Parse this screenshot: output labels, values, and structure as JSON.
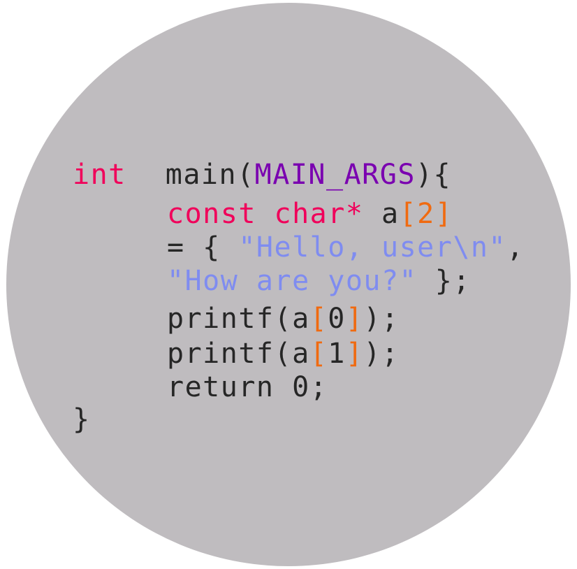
{
  "colors": {
    "background": "#ffffff",
    "circle": "#bfbcbf",
    "plain": "#262626",
    "keyword": "#f0005a",
    "macro": "#7a00b0",
    "string": "#7f8cf0",
    "bracket": "#f06a10"
  },
  "code": {
    "line1": {
      "keyword": "int",
      "name": "main(",
      "macro": "MAIN_ARGS",
      "close": "){"
    },
    "line2": {
      "keyword": "const char*",
      "name": " a",
      "lbracket": "[",
      "index": "2",
      "rbracket": "]"
    },
    "line3": {
      "prefix": "= { ",
      "string": "\"Hello, user\\n\"",
      "suffix": ","
    },
    "line4": {
      "string": "\"How are you?\"",
      "suffix": " };"
    },
    "line5": {
      "call": "printf(a",
      "lbracket": "[",
      "index": "0",
      "rbracket": "]",
      "close": ");"
    },
    "line6": {
      "call": "printf(a",
      "lbracket": "[",
      "index": "1",
      "rbracket": "]",
      "close": ");"
    },
    "line7": {
      "text": "return 0;"
    },
    "line8": {
      "text": "}"
    }
  }
}
